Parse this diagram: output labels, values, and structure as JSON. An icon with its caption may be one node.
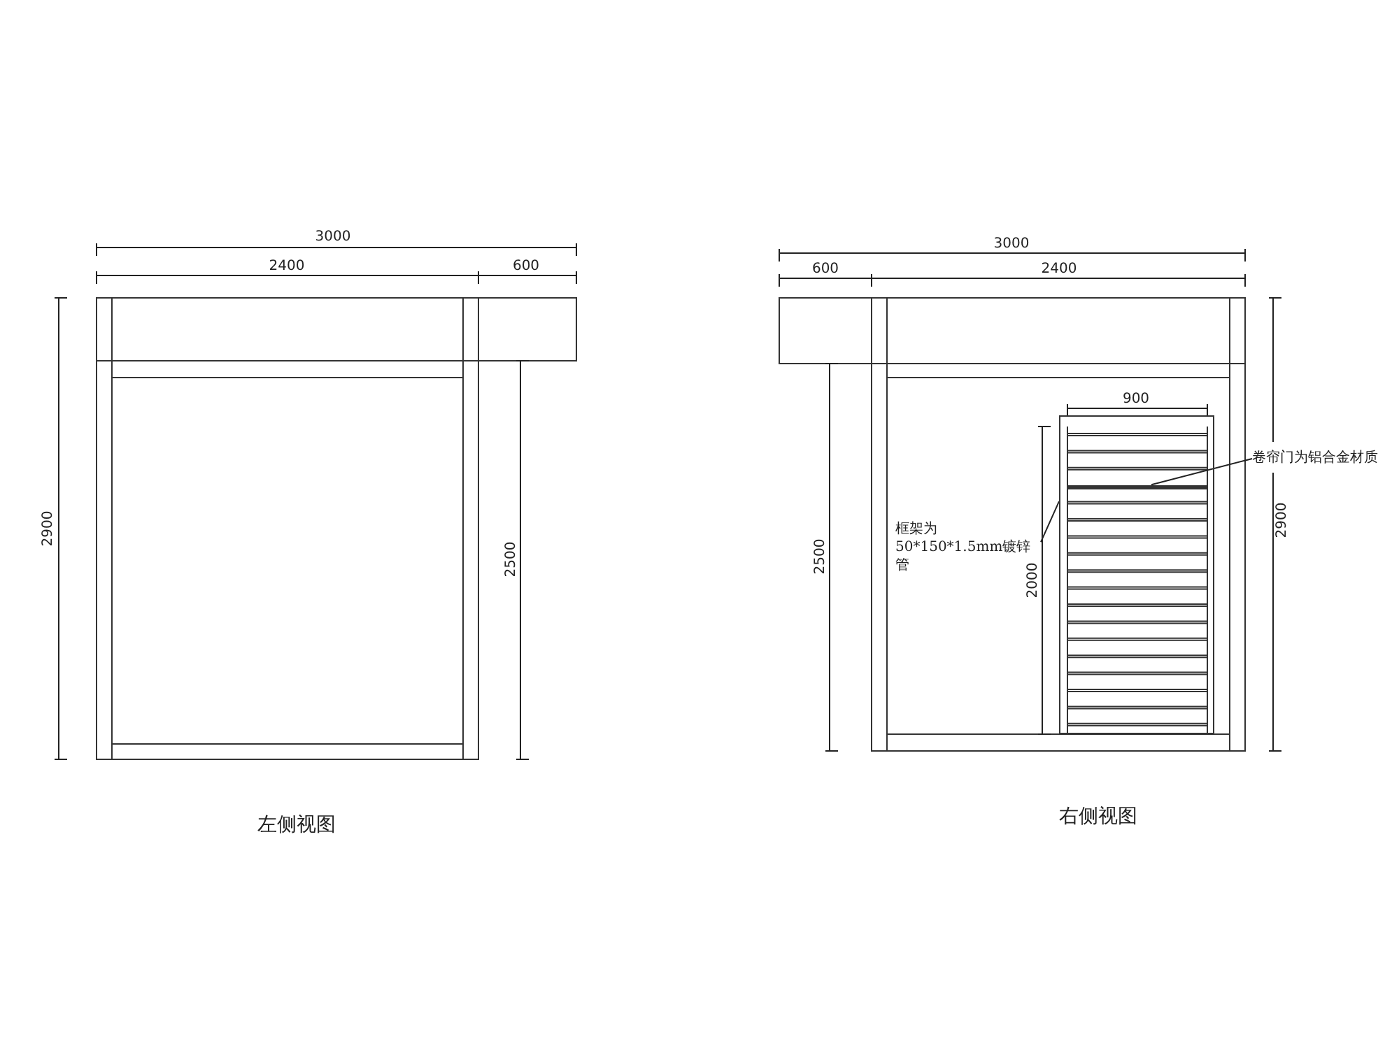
{
  "diagram": {
    "nodes": [
      {
        "text": [
          "卷帘门为铝合金材质"
        ]
      },
      {
        "text": [],
        "shape": "bar",
        "in": 3
      },
      {
        "text": [
          "框架为50*150*1.5mm镀锌管"
        ]
      },
      {
        "text": [],
        "shape": "box"
      }
    ],
    "edges": [
      {
        "from": 0,
        "to": 1,
        "arrow": "none"
      },
      {
        "from": 2,
        "to": 3,
        "arrow": "none"
      }
    ],
    "labels": [
      "3000",
      "2400",
      "600",
      "2900",
      "2500",
      "3000",
      "600",
      "2400",
      "900",
      "2500",
      "2000",
      "2900",
      "左侧视图",
      "右侧视图"
    ]
  }
}
